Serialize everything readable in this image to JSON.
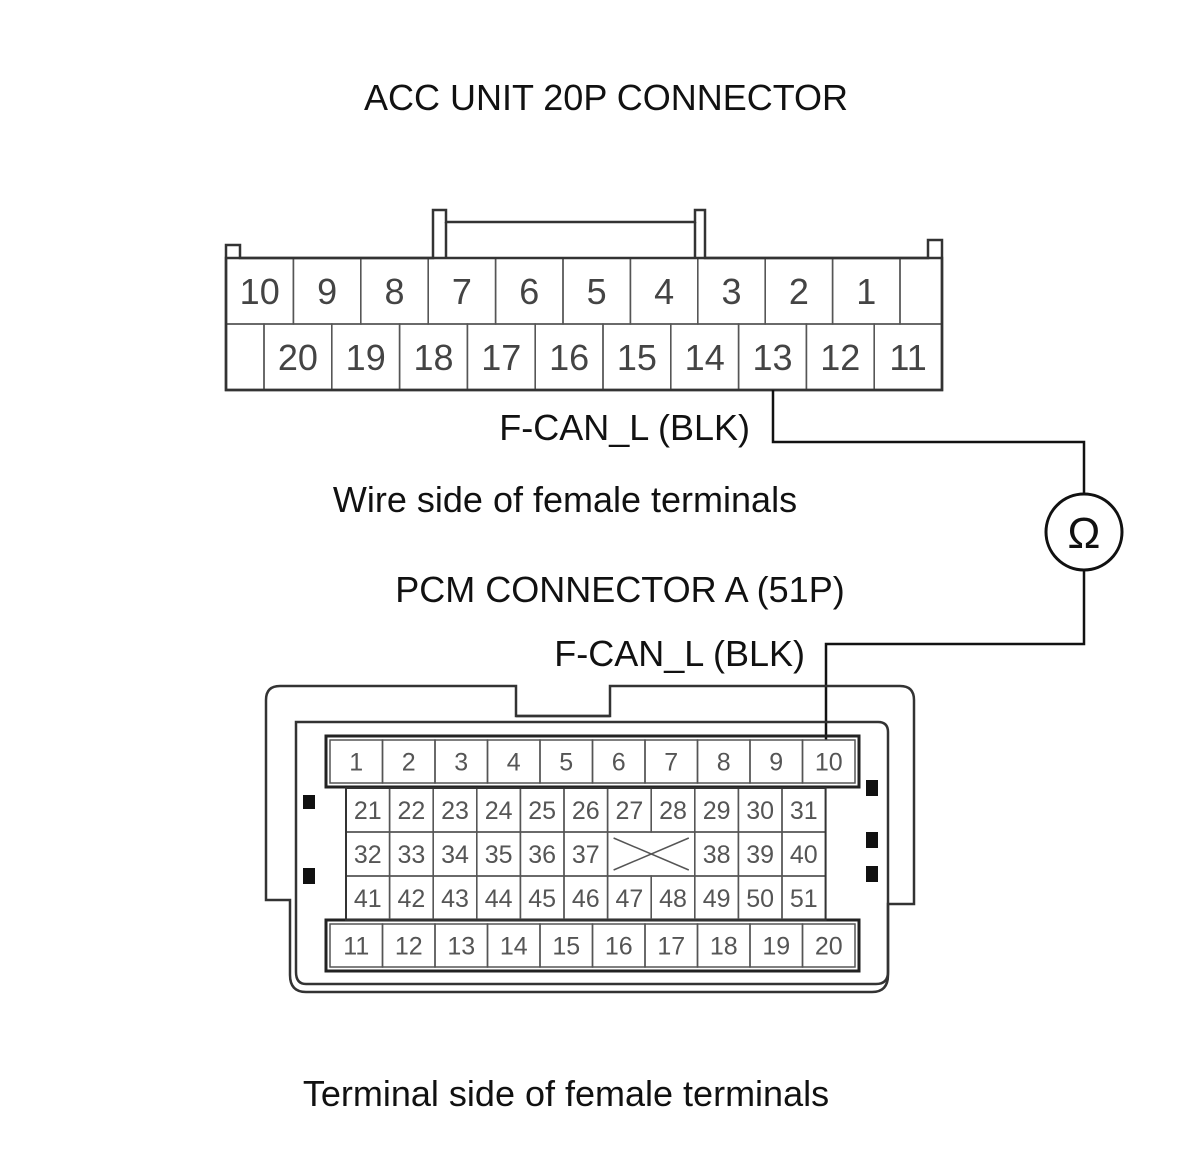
{
  "labels": {
    "acc_title": "ACC UNIT 20P CONNECTOR",
    "acc_wire_label": "F-CAN_L (BLK)",
    "acc_side_note": "Wire side of female terminals",
    "pcm_title": "PCM CONNECTOR A (51P)",
    "pcm_wire_label": "F-CAN_L (BLK)",
    "pcm_side_note": "Terminal side of female terminals",
    "meter_symbol": "Ω"
  },
  "acc_connector": {
    "top_row": [
      "10",
      "9",
      "8",
      "7",
      "6",
      "5",
      "4",
      "3",
      "2",
      "1"
    ],
    "bottom_row": [
      "20",
      "19",
      "18",
      "17",
      "16",
      "15",
      "14",
      "13",
      "12",
      "11"
    ],
    "probed_terminal": "13"
  },
  "pcm_connector": {
    "row1": [
      "1",
      "2",
      "3",
      "4",
      "5",
      "6",
      "7",
      "8",
      "9",
      "10"
    ],
    "row2": [
      "21",
      "22",
      "23",
      "24",
      "25",
      "26",
      "27",
      "28",
      "29",
      "30",
      "31"
    ],
    "row3_left": [
      "32",
      "33",
      "34",
      "35",
      "36",
      "37"
    ],
    "row3_right": [
      "38",
      "39",
      "40"
    ],
    "row4": [
      "41",
      "42",
      "43",
      "44",
      "45",
      "46",
      "47",
      "48",
      "49",
      "50",
      "51"
    ],
    "row5": [
      "11",
      "12",
      "13",
      "14",
      "15",
      "16",
      "17",
      "18",
      "19",
      "20"
    ],
    "probed_terminal": "10"
  },
  "colors": {
    "line": "#111111",
    "pin_text": "#444444",
    "housing": "#333333"
  }
}
